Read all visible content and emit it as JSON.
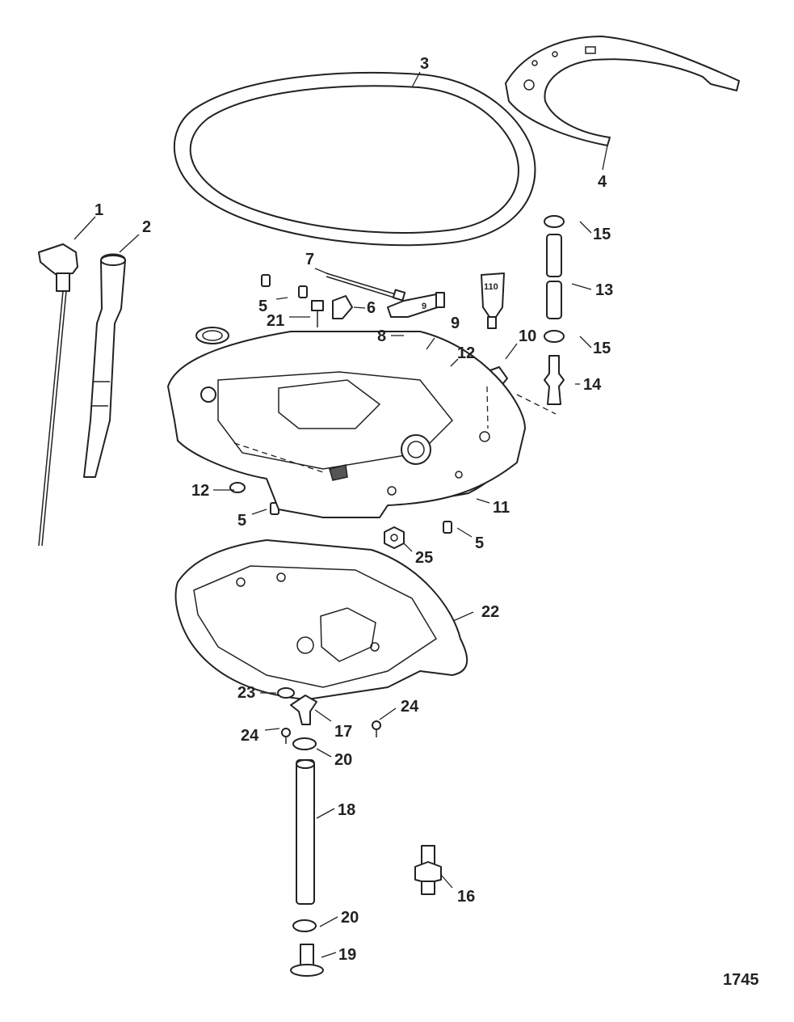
{
  "figure_number": "1745",
  "callouts": {
    "c1": "1",
    "c2": "2",
    "c3": "3",
    "c4": "4",
    "c5a": "5",
    "c5b": "5",
    "c5c": "5",
    "c6": "6",
    "c7": "7",
    "c8": "8",
    "c9a": "9",
    "c9b": "9",
    "c10": "10",
    "c11": "11",
    "c12a": "12",
    "c12b": "12",
    "c13": "13",
    "c14": "14",
    "c15a": "15",
    "c15b": "15",
    "c16": "16",
    "c17": "17",
    "c18": "18",
    "c19": "19",
    "c20a": "20",
    "c20b": "20",
    "c21": "21",
    "c22": "22",
    "c23": "23",
    "c24a": "24",
    "c24b": "24",
    "c25": "25"
  },
  "tube_labels": {
    "sealant": "110"
  }
}
